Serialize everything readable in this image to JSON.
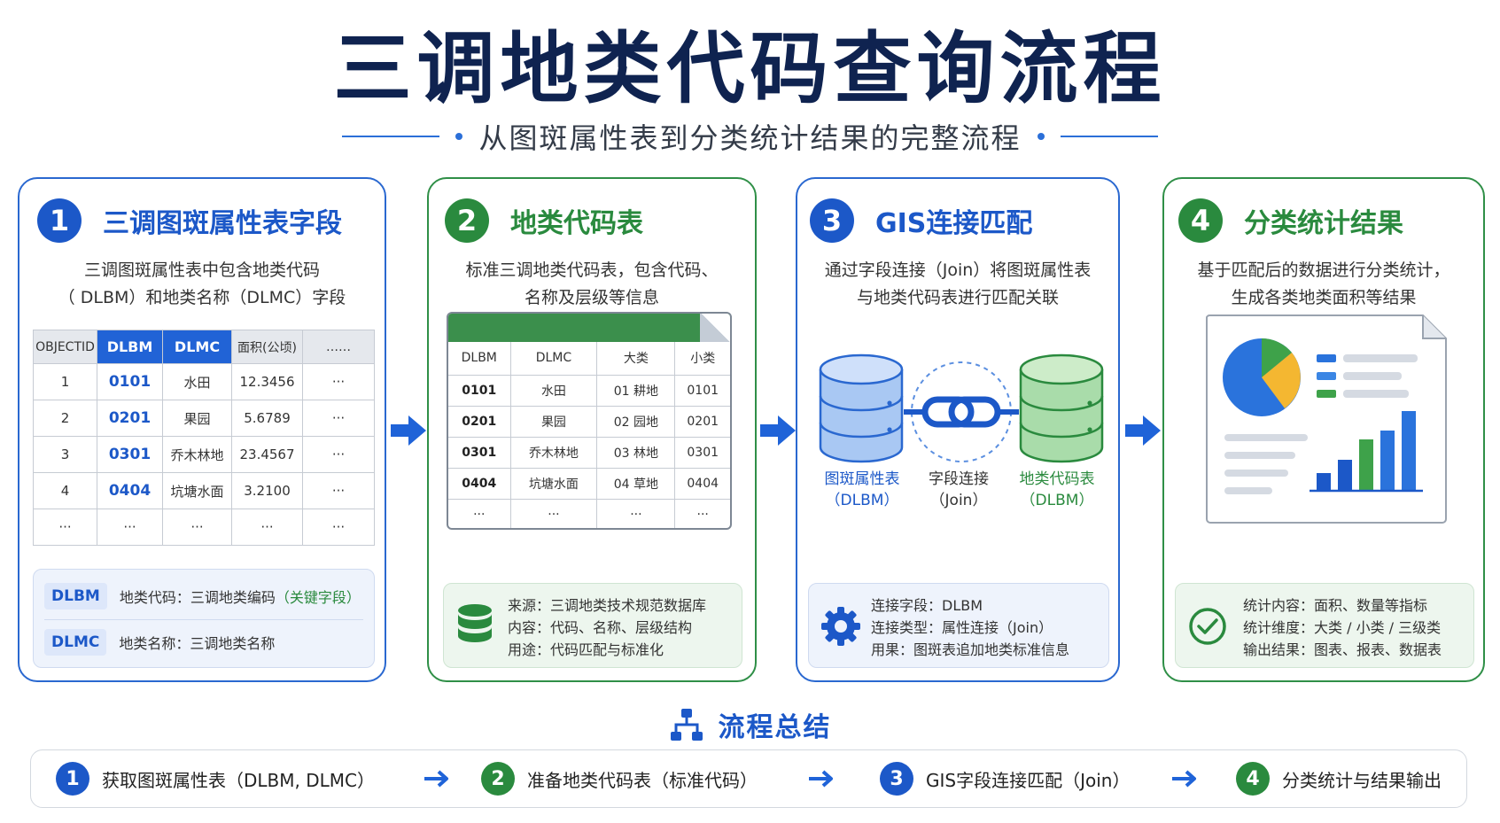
{
  "title": "三调地类代码查询流程",
  "subtitle": "从图斑属性表到分类统计结果的完整流程",
  "panel1": {
    "number": "1",
    "title": "三调图斑属性表字段",
    "desc_line1": "三调图斑属性表中包含地类代码",
    "desc_line2": "（ DLBM）和地类名称（DLMC）字段",
    "table_headers": [
      "OBJECTID",
      "DLBM",
      "DLMC",
      "面积(公顷)",
      "……"
    ],
    "rows": [
      [
        "1",
        "0101",
        "水田",
        "12.3456",
        "···"
      ],
      [
        "2",
        "0201",
        "果园",
        "5.6789",
        "···"
      ],
      [
        "3",
        "0301",
        "乔木林地",
        "23.4567",
        "···"
      ],
      [
        "4",
        "0404",
        "坑塘水面",
        "3.2100",
        "···"
      ],
      [
        "···",
        "···",
        "···",
        "···",
        "···"
      ]
    ],
    "legend": {
      "dlbm_tag": "DLBM",
      "dlbm_text": "地类代码：三调地类编码",
      "dlbm_key": "（关键字段）",
      "dlmc_tag": "DLMC",
      "dlmc_text": "地类名称：三调地类名称"
    }
  },
  "panel2": {
    "number": "2",
    "title": "地类代码表",
    "desc_line1": "标准三调地类代码表，包含代码、",
    "desc_line2": "名称及层级等信息",
    "table_headers": [
      "DLBM",
      "DLMC",
      "大类",
      "小类"
    ],
    "rows": [
      [
        "0101",
        "水田",
        "01 耕地",
        "0101"
      ],
      [
        "0201",
        "果园",
        "02 园地",
        "0201"
      ],
      [
        "0301",
        "乔木林地",
        "03 林地",
        "0301"
      ],
      [
        "0404",
        "坑塘水面",
        "04 草地",
        "0404"
      ],
      [
        "···",
        "···",
        "···",
        "···"
      ]
    ],
    "info": [
      "来源：三调地类技术规范数据库",
      "内容：代码、名称、层级结构",
      "用途：代码匹配与标准化"
    ]
  },
  "panel3": {
    "number": "3",
    "title": "GIS连接匹配",
    "desc_line1": "通过字段连接（Join）将图斑属性表",
    "desc_line2": "与地类代码表进行匹配关联",
    "db_left_line1": "图斑属性表",
    "db_left_line2": "（DLBM）",
    "join_line1": "字段连接",
    "join_line2": "（Join）",
    "db_right_line1": "地类代码表",
    "db_right_line2": "（DLBM）",
    "info": [
      "连接字段：DLBM",
      "连接类型：属性连接（Join）",
      "用果：图斑表追加地类标准信息"
    ]
  },
  "panel4": {
    "number": "4",
    "title": "分类统计结果",
    "desc_line1": "基于匹配后的数据进行分类统计，",
    "desc_line2": "生成各类地类面积等结果",
    "info": [
      "统计内容：面积、数量等指标",
      "统计维度：大类 / 小类 / 三级类",
      "输出结果：图表、报表、数据表"
    ]
  },
  "summary": {
    "title": "流程总结",
    "steps": [
      {
        "num": "1",
        "text": "获取图斑属性表（DLBM, DLMC）"
      },
      {
        "num": "2",
        "text": "准备地类代码表（标准代码）"
      },
      {
        "num": "3",
        "text": "GIS字段连接匹配（Join）"
      },
      {
        "num": "4",
        "text": "分类统计与结果输出"
      }
    ]
  },
  "colors": {
    "blue": "#1c58c8",
    "green": "#2a8a3e",
    "navy_title": "#0f2350"
  }
}
